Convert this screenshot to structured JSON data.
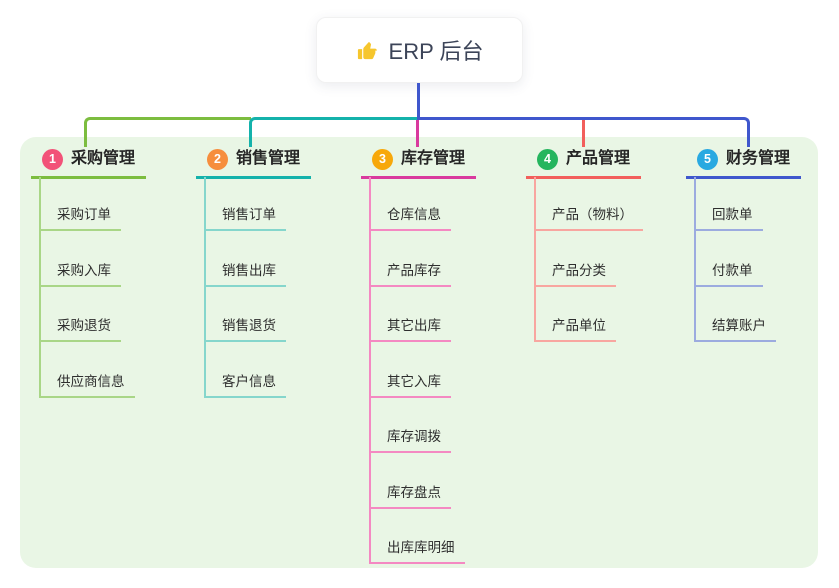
{
  "root": {
    "label": "ERP 后台",
    "icon": "thumbs-up-icon",
    "icon_color": "#f6c62d"
  },
  "panel_color": "#e9f6e5",
  "stem_color": "#3f57cd",
  "branches": [
    {
      "num": "1",
      "label": "采购管理",
      "badge_color": "#f25278",
      "line_color": "#7cbd3f",
      "child_line_color": "#a9d687",
      "children": [
        "采购订单",
        "采购入库",
        "采购退货",
        "供应商信息"
      ]
    },
    {
      "num": "2",
      "label": "销售管理",
      "badge_color": "#f68e3d",
      "line_color": "#14b2ab",
      "child_line_color": "#85d6cc",
      "children": [
        "销售订单",
        "销售出库",
        "销售退货",
        "客户信息"
      ]
    },
    {
      "num": "3",
      "label": "库存管理",
      "badge_color": "#f7a80a",
      "line_color": "#d93a9e",
      "child_line_color": "#f489c2",
      "children": [
        "仓库信息",
        "产品库存",
        "其它出库",
        "其它入库",
        "库存调拨",
        "库存盘点",
        "出库库明细"
      ]
    },
    {
      "num": "4",
      "label": "产品管理",
      "badge_color": "#25b55e",
      "line_color": "#f25f5c",
      "child_line_color": "#f8a6a0",
      "children": [
        "产品（物料）",
        "产品分类",
        "产品单位"
      ]
    },
    {
      "num": "5",
      "label": "财务管理",
      "badge_color": "#29a9e1",
      "line_color": "#3f57cd",
      "child_line_color": "#9cabdf",
      "children": [
        "回款单",
        "付款单",
        "结算账户"
      ]
    }
  ]
}
